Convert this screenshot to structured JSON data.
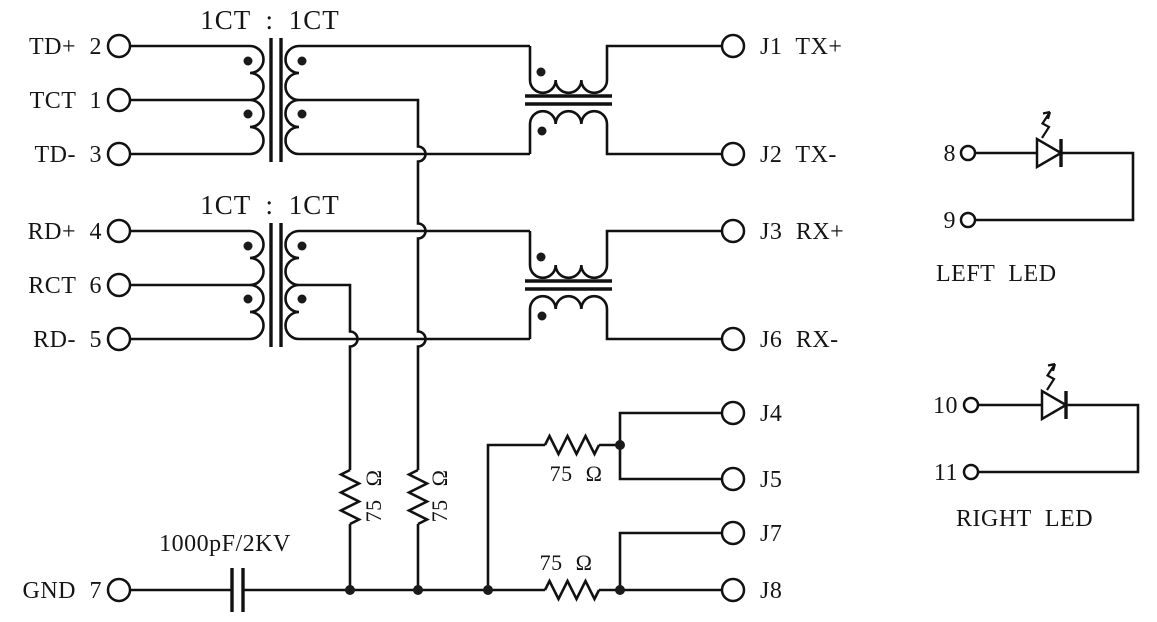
{
  "colors": {
    "ink": "#111111",
    "background": "#ffffff"
  },
  "pins": {
    "td_plus": "TD+ 2",
    "tct": "TCT 1",
    "td_minus": "TD- 3",
    "rd_plus": "RD+ 4",
    "rct": "RCT 6",
    "rd_minus": "RD- 5",
    "gnd": "GND 7"
  },
  "jacks": {
    "j1": "J1 TX+",
    "j2": "J2 TX-",
    "j3": "J3 RX+",
    "j6": "J6 RX-",
    "j4": "J4",
    "j5": "J5",
    "j7": "J7",
    "j8": "J8"
  },
  "transformers": {
    "tx_ratio": "1CT : 1CT",
    "rx_ratio": "1CT : 1CT"
  },
  "capacitor": {
    "value": "1000pF/2KV"
  },
  "resistors": {
    "tx_ct": "75 Ω",
    "rx_ct": "75 Ω",
    "j4_j5": "75 Ω",
    "j7_j8": "75 Ω"
  },
  "leds": {
    "left": {
      "pin_anode": "8",
      "pin_cathode": "9",
      "label": "LEFT LED"
    },
    "right": {
      "pin_anode": "10",
      "pin_cathode": "11",
      "label": "RIGHT LED"
    }
  }
}
